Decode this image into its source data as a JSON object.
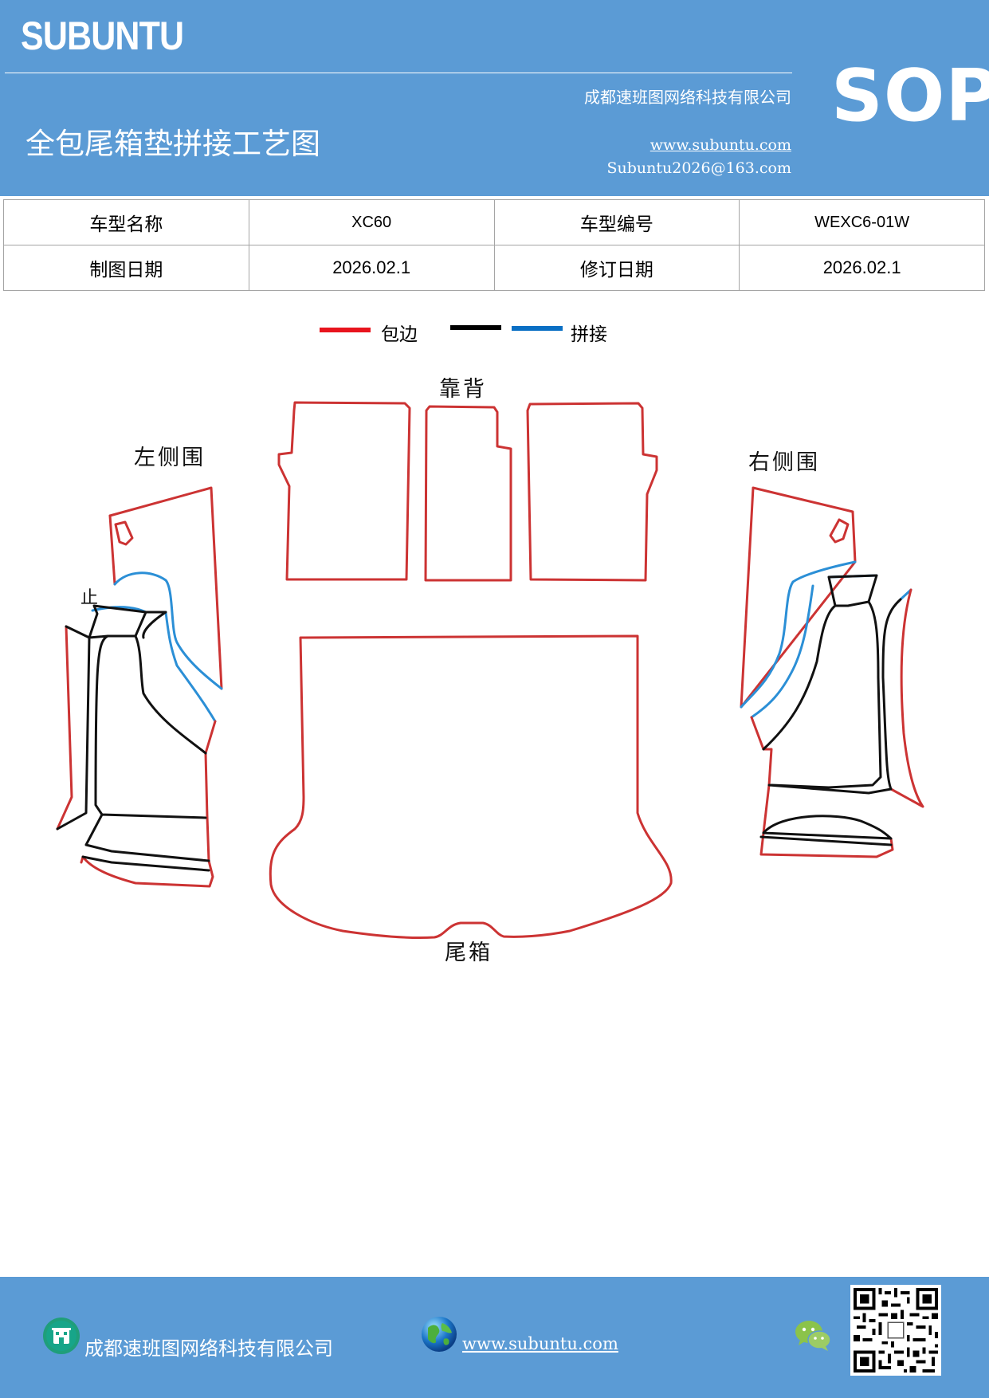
{
  "header": {
    "brand": "SUBUNTU",
    "company": "成都速班图网络科技有限公司",
    "title": "全包尾箱垫拼接工艺图",
    "website": "www.subuntu.com",
    "email": "Subuntu2026@163.com",
    "badge": "SOP"
  },
  "info_table": {
    "model_name_label": "车型名称",
    "model_name_value": "XC60",
    "model_code_label": "车型编号",
    "model_code_value": "WEXC6-01W",
    "draw_date_label": "制图日期",
    "draw_date_value": "2026.02.1",
    "revise_date_label": "修订日期",
    "revise_date_value": "2026.02.1"
  },
  "legend": {
    "edge_label": "包边",
    "splice_label": "拼接",
    "edge_color": "#e8141d",
    "black_color": "#000000",
    "splice_color": "#0a6fc4"
  },
  "diagram": {
    "backrest_label": "靠背",
    "left_side_label": "左侧围",
    "right_side_label": "右侧围",
    "trunk_label": "尾箱",
    "stop_mark": "止",
    "outline_color": "#cc3333",
    "splice_color": "#2b8fd6",
    "seam_color": "#111111"
  },
  "footer": {
    "company": "成都速班图网络科技有限公司",
    "website": "www.subuntu.com"
  },
  "colors": {
    "brand_blue": "#5b9bd5"
  }
}
